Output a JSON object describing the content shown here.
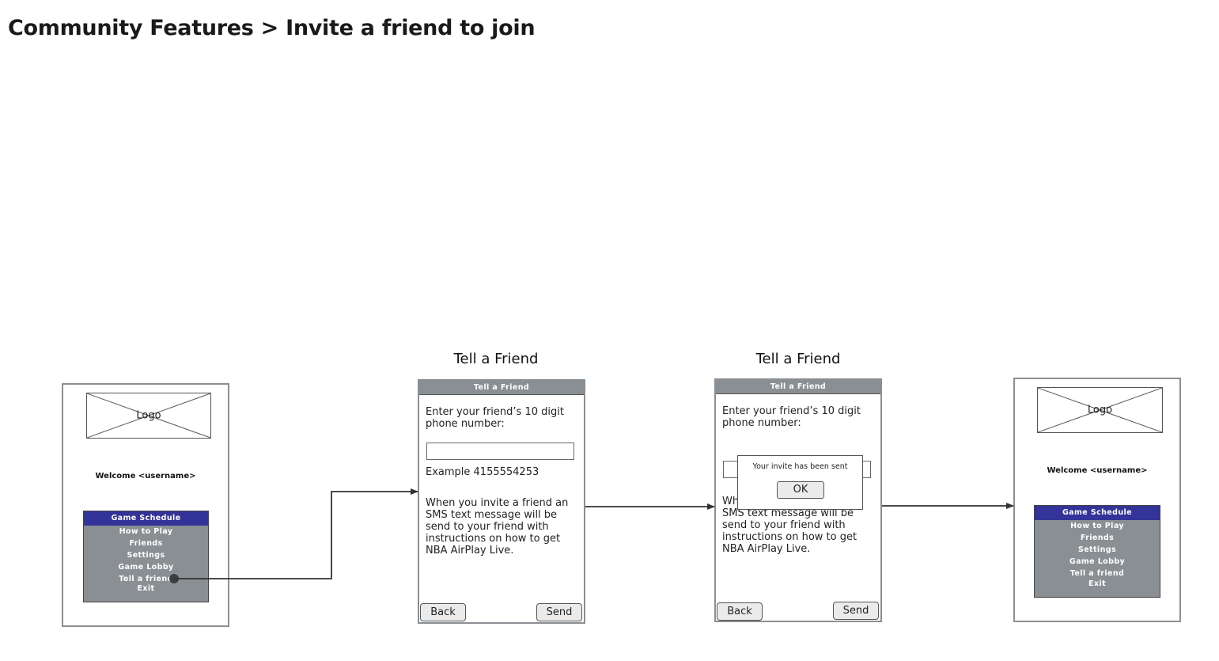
{
  "page": {
    "title": "Community Features > Invite a friend to join"
  },
  "captions": {
    "screen2": "Tell a Friend",
    "screen3": "Tell a Friend"
  },
  "home_screen": {
    "logo": "Logo",
    "welcome": "Welcome <username>",
    "menu": [
      "Game Schedule",
      "How to Play",
      "Friends",
      "Settings",
      "Game Lobby",
      "Tell a friend",
      "Exit"
    ],
    "selected_index_start": 0
  },
  "tell_friend_screen": {
    "title": "Tell a Friend",
    "prompt": "Enter your friend’s 10 digit phone number:",
    "example": "Example 4155554253",
    "info": "When you invite a friend an SMS text message will be send to your friend with instructions on how to get NBA AirPlay Live.",
    "back_label": "Back",
    "send_label": "Send"
  },
  "confirm_screen": {
    "title": "Tell a Friend",
    "prompt": "Enter your friend’s 10 digit phone number:",
    "info_partial_prefix": "Wh",
    "info_rest": "SMS text message will be send to your friend with instructions on how to get NBA AirPlay Live.",
    "dialog_message": "Your invite has been sent",
    "ok_label": "OK",
    "back_label": "Back",
    "send_label": "Send"
  },
  "colors": {
    "menu_selected": "#333399",
    "menu_bg": "#8a8f94",
    "frame": "#8a8f94"
  }
}
